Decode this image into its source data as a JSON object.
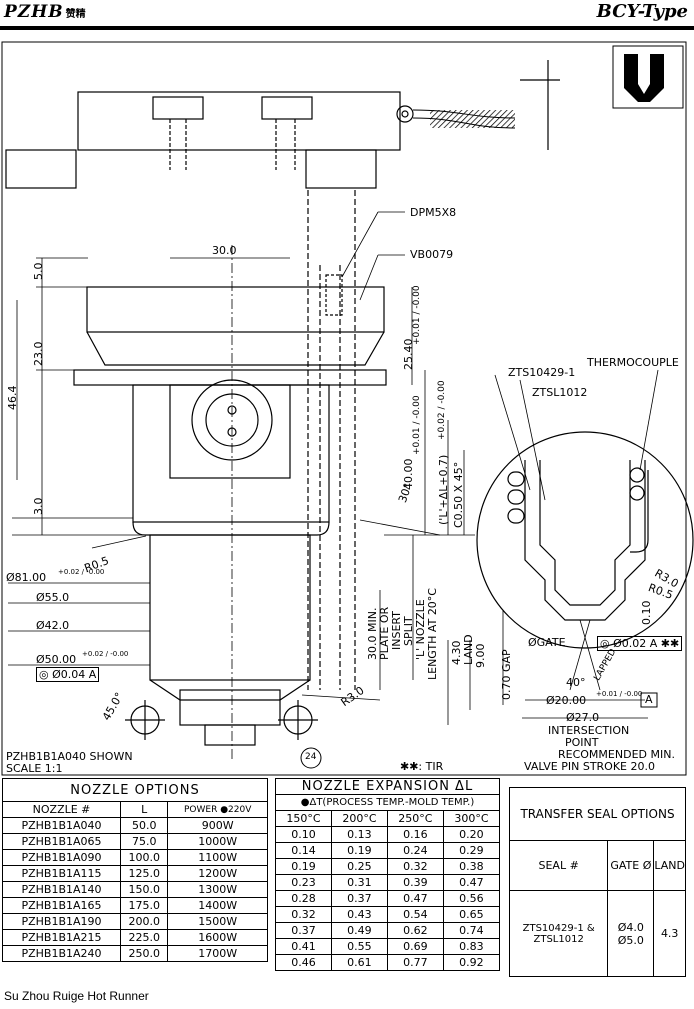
{
  "header": {
    "brand": "PZHB",
    "brand_cn": "赞精",
    "type": "BCY-Type"
  },
  "callouts": {
    "dpm": "DPM5X8",
    "vb": "VB0079",
    "zts": "ZTS10429-1",
    "ztsl": "ZTSL1012",
    "thermo": "THERMOCOUPLE",
    "gate": "ØGATE",
    "lapped": "LAPPED",
    "intersection": "INTERSECTION",
    "point": "POINT",
    "recommended": "RECOMMENDED MIN.",
    "stroke": "VALVE PIN STROKE 20.0",
    "shown": "PZHB1B1A040 SHOWN",
    "scale": "SCALE 1:1",
    "tir": "✱✱: TIR",
    "item": "24"
  },
  "dims": {
    "d30": "30.0",
    "d5": "5.0",
    "d23": "23.0",
    "d46": "46.4",
    "d3": "3.0",
    "d2540": "25.40",
    "d2540_tol": "+0.01 / -0.00",
    "d40": "40.00",
    "d40_tol": "+0.01 / -0.00",
    "lplus": "('L'+ΔL+0.7)",
    "lplus_tol": "+0.02 / -0.00",
    "chamfer": "C0.50 X 45°",
    "ang30": "30°",
    "r05": "R0.5",
    "d81": "Ø81.00",
    "d81_tol": "+0.02 / -0.00",
    "d55": "Ø55.0",
    "d42": "Ø42.0",
    "d50": "Ø50.00",
    "d50_tol": "+0.02 / -0.00",
    "tol_a": "◎ Ø0.04 A",
    "ang45": "45.0°",
    "r30": "R3.0",
    "min30": "30.0 MIN.",
    "plate": "PLATE OR",
    "insert": "INSERT",
    "split": "SPLIT",
    "lnozzle": "'L' NOZZLE",
    "lat20": "LENGTH AT 20°C",
    "d430": "4.30",
    "land": "LAND",
    "d900": "9.00",
    "gap": "0.70 GAP",
    "r3d": "R3.0",
    "r05d": "R0.5",
    "d010": "0.10",
    "tol_g": "◎ Ø0.02 A ✱✱",
    "ang40": "40°",
    "d2000": "Ø20.00",
    "d2000_tol": "+0.01 / -0.00",
    "d270": "Ø27.0",
    "a": "A"
  },
  "nozzle_options": {
    "title": "NOZZLE OPTIONS",
    "headers": [
      "NOZZLE #",
      "L",
      "POWER ●220V"
    ],
    "rows": [
      [
        "PZHB1B1A040",
        "50.0",
        "900W"
      ],
      [
        "PZHB1B1A065",
        "75.0",
        "1000W"
      ],
      [
        "PZHB1B1A090",
        "100.0",
        "1100W"
      ],
      [
        "PZHB1B1A115",
        "125.0",
        "1200W"
      ],
      [
        "PZHB1B1A140",
        "150.0",
        "1300W"
      ],
      [
        "PZHB1B1A165",
        "175.0",
        "1400W"
      ],
      [
        "PZHB1B1A190",
        "200.0",
        "1500W"
      ],
      [
        "PZHB1B1A215",
        "225.0",
        "1600W"
      ],
      [
        "PZHB1B1A240",
        "250.0",
        "1700W"
      ]
    ]
  },
  "expansion": {
    "title": "NOZZLE EXPANSION ΔL",
    "subtitle": "●ΔT(PROCESS TEMP.-MOLD TEMP.)",
    "headers": [
      "150°C",
      "200°C",
      "250°C",
      "300°C"
    ],
    "rows": [
      [
        "0.10",
        "0.13",
        "0.16",
        "0.20"
      ],
      [
        "0.14",
        "0.19",
        "0.24",
        "0.29"
      ],
      [
        "0.19",
        "0.25",
        "0.32",
        "0.38"
      ],
      [
        "0.23",
        "0.31",
        "0.39",
        "0.47"
      ],
      [
        "0.28",
        "0.37",
        "0.47",
        "0.56"
      ],
      [
        "0.32",
        "0.43",
        "0.54",
        "0.65"
      ],
      [
        "0.37",
        "0.49",
        "0.62",
        "0.74"
      ],
      [
        "0.41",
        "0.55",
        "0.69",
        "0.83"
      ],
      [
        "0.46",
        "0.61",
        "0.77",
        "0.92"
      ]
    ]
  },
  "transfer_seal": {
    "title": "TRANSFER SEAL OPTIONS",
    "headers": [
      "SEAL #",
      "GATE Ø",
      "LAND"
    ],
    "seal": "ZTS10429-1 & ZTSL1012",
    "gate": "Ø4.0 Ø5.0",
    "land": "4.3"
  },
  "footer": "Su Zhou Ruige Hot Runner"
}
